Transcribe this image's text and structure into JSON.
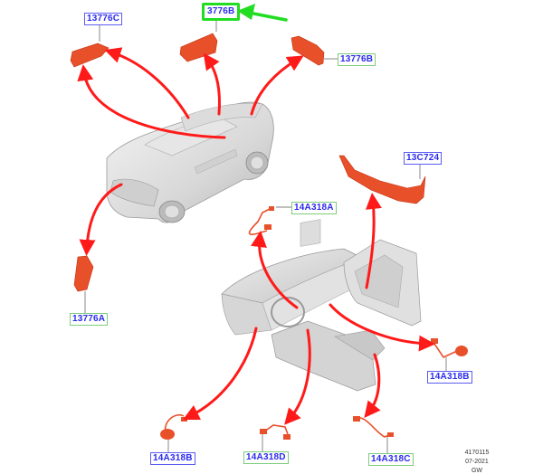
{
  "diagram": {
    "title": "Ambient lighting components",
    "highlight_color": "#22dd22",
    "arrow_color": "#ff1a1a",
    "part_color": "#e8502a",
    "callouts": {
      "c13776C": "13776C",
      "c3776B": "3776B",
      "c13776B": "13776B",
      "c13776A": "13776A",
      "c13C724": "13C724",
      "c14A318A": "14A318A",
      "c14A318B_right": "14A318B",
      "c14A318B_bottom": "14A318B",
      "c14A318D": "14A318D",
      "c14A318C": "14A318C"
    },
    "footer": {
      "illustration_number": "4170115",
      "date": "07-2021",
      "author": "GW"
    }
  }
}
